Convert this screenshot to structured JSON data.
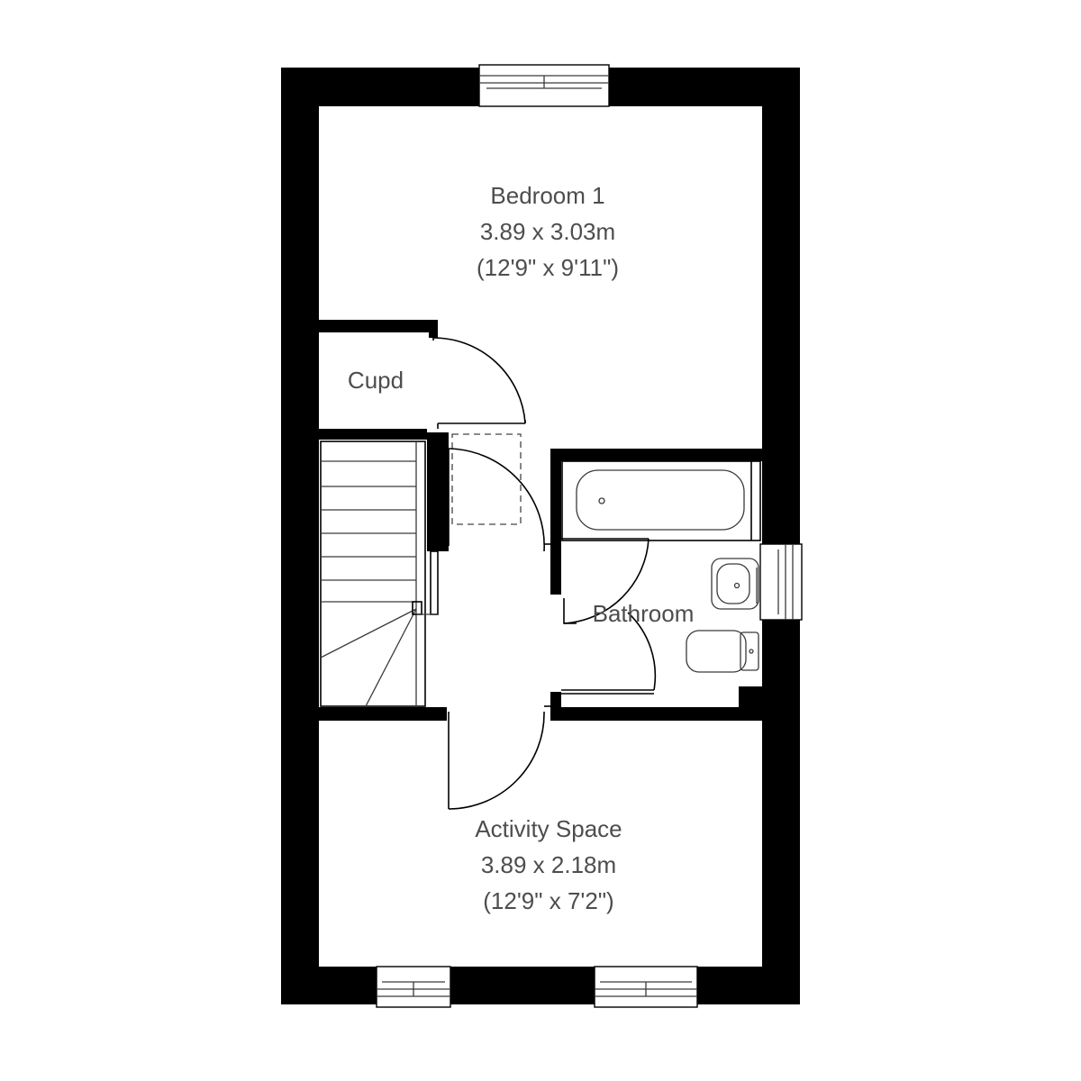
{
  "rooms": {
    "bedroom1": {
      "name": "Bedroom 1",
      "metric": "3.89 x 3.03m",
      "imperial": "(12'9\" x 9'11\")"
    },
    "cupd": {
      "name": "Cupd"
    },
    "bathroom": {
      "name": "Bathroom"
    },
    "activity_space": {
      "name": "Activity Space",
      "metric": "3.89 x 2.18m",
      "imperial": "(12'9\" x 7'2\")"
    }
  },
  "colors": {
    "wall": "#000000",
    "text": "#4d4d4d",
    "background": "#ffffff"
  }
}
